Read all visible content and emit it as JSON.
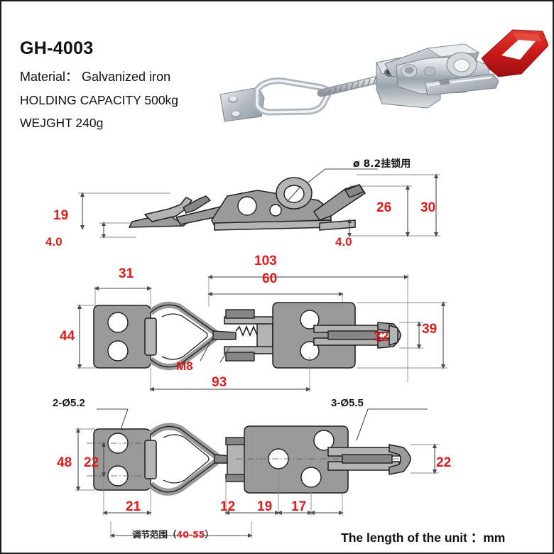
{
  "header": {
    "model": "GH-4003",
    "material_line": "Material： Galvanized iron",
    "holding_capacity": "HOLDING CAPACITY 500kg",
    "weight": "WEJGHT 240g"
  },
  "footer": {
    "unit_note": "The length of the unit ：mm",
    "adjust_range": "调节范围（",
    "adjust_value": "40-55",
    "adjust_close": "）"
  },
  "views": {
    "side": {
      "name": "side-elevation-view",
      "padlock_label": "ø 8.2挂锁用",
      "dims": {
        "left_height": "19",
        "left_thickness": "4.0",
        "right_thickness": "4.0",
        "inner_height": "26",
        "overall_height": "30"
      }
    },
    "plan": {
      "name": "plan-view",
      "thread_label": "M8",
      "dims": {
        "base_width": "31",
        "base_height": "44",
        "overall_length": "103",
        "body_length": "60",
        "closed_length": "93",
        "inner_width": "32",
        "overall_width": "39"
      }
    },
    "bottom": {
      "name": "bottom-view",
      "hole_left_label": "2-Ø5.2",
      "hole_right_label": "3-Ø5.5",
      "dims": {
        "base_height": "48",
        "hole_spacing": "22",
        "base_width": "21",
        "d12": "12",
        "d19": "19",
        "d17": "17",
        "right_height": "22"
      }
    }
  },
  "photo": {
    "name": "product-photo",
    "handle_color": "#cc1a1a",
    "metal_color": "#c8ccd2"
  }
}
